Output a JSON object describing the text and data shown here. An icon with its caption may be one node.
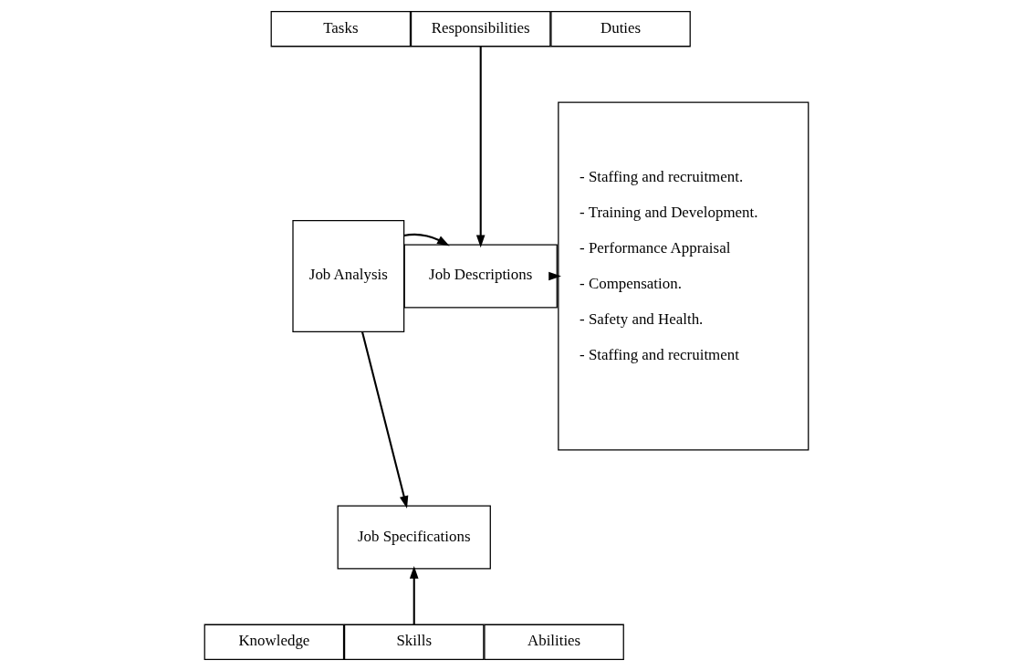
{
  "diagram": {
    "nodes": [
      {
        "text": [
          "Tasks"
        ]
      },
      {
        "text": [
          "Responsibilities"
        ]
      },
      {
        "text": [
          "Duties"
        ]
      },
      {
        "text": [
          "Job Analysis"
        ]
      },
      {
        "text": [
          "Job Descriptions"
        ]
      },
      {
        "text": [
          "Job Specifications"
        ]
      },
      {
        "text": [
          "- Staffing and recruitment.",
          "- Training and Development.",
          "- Performance Appraisal",
          "- Compensation.",
          "- Safety and Health.",
          "- Staffing and recruitment"
        ]
      },
      {
        "text": [
          "Knowledge"
        ]
      },
      {
        "text": [
          "Skills"
        ]
      },
      {
        "text": [
          "Abilities"
        ]
      }
    ],
    "edges": [
      {
        "from": 1,
        "to": 4,
        "arrow": "to"
      },
      {
        "from": 3,
        "to": 4,
        "arrow": "to"
      },
      {
        "from": 3,
        "to": 5,
        "arrow": "to"
      },
      {
        "from": 4,
        "to": 6,
        "arrow": "to"
      },
      {
        "from": 8,
        "to": 5,
        "arrow": "to"
      }
    ]
  }
}
